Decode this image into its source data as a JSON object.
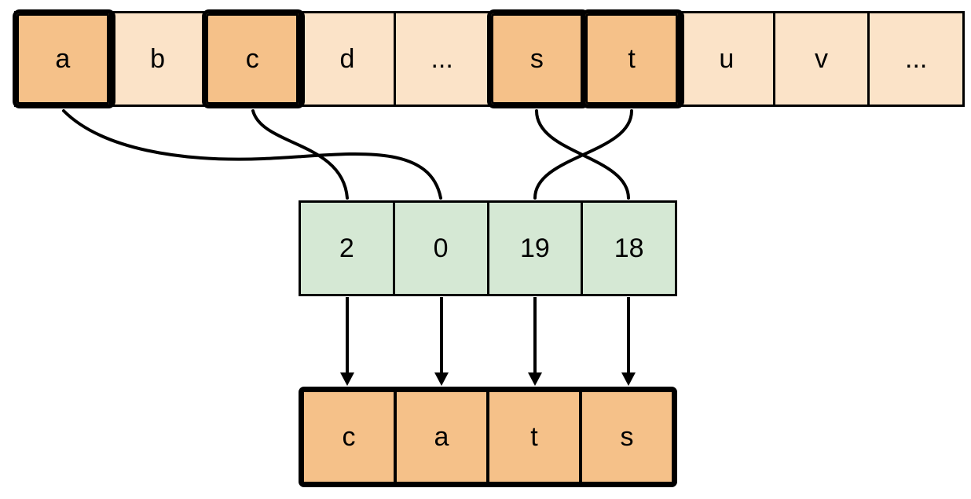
{
  "alphabet_row": {
    "cells": [
      {
        "label": "a",
        "highlighted": true
      },
      {
        "label": "b",
        "highlighted": false
      },
      {
        "label": "c",
        "highlighted": true
      },
      {
        "label": "d",
        "highlighted": false
      },
      {
        "label": "...",
        "highlighted": false
      },
      {
        "label": "s",
        "highlighted": true
      },
      {
        "label": "t",
        "highlighted": true
      },
      {
        "label": "u",
        "highlighted": false
      },
      {
        "label": "v",
        "highlighted": false
      },
      {
        "label": "...",
        "highlighted": false
      }
    ]
  },
  "index_row": {
    "cells": [
      {
        "label": "2"
      },
      {
        "label": "0"
      },
      {
        "label": "19"
      },
      {
        "label": "18"
      }
    ]
  },
  "output_row": {
    "cells": [
      {
        "label": "c"
      },
      {
        "label": "a"
      },
      {
        "label": "t"
      },
      {
        "label": "s"
      }
    ]
  },
  "connections": {
    "letter_to_index": [
      {
        "from_letter": "a",
        "to_index": "0"
      },
      {
        "from_letter": "c",
        "to_index": "2"
      },
      {
        "from_letter": "s",
        "to_index": "18"
      },
      {
        "from_letter": "t",
        "to_index": "19"
      }
    ],
    "index_to_output": [
      {
        "from_index": "2",
        "to_letter": "c"
      },
      {
        "from_index": "0",
        "to_letter": "a"
      },
      {
        "from_index": "19",
        "to_letter": "t"
      },
      {
        "from_index": "18",
        "to_letter": "s"
      }
    ]
  },
  "colors": {
    "highlight_fill": "#f5c189",
    "plain_fill": "#fbe3c8",
    "index_fill": "#d5e8d4",
    "stroke": "#000000",
    "background": "#ffffff"
  }
}
